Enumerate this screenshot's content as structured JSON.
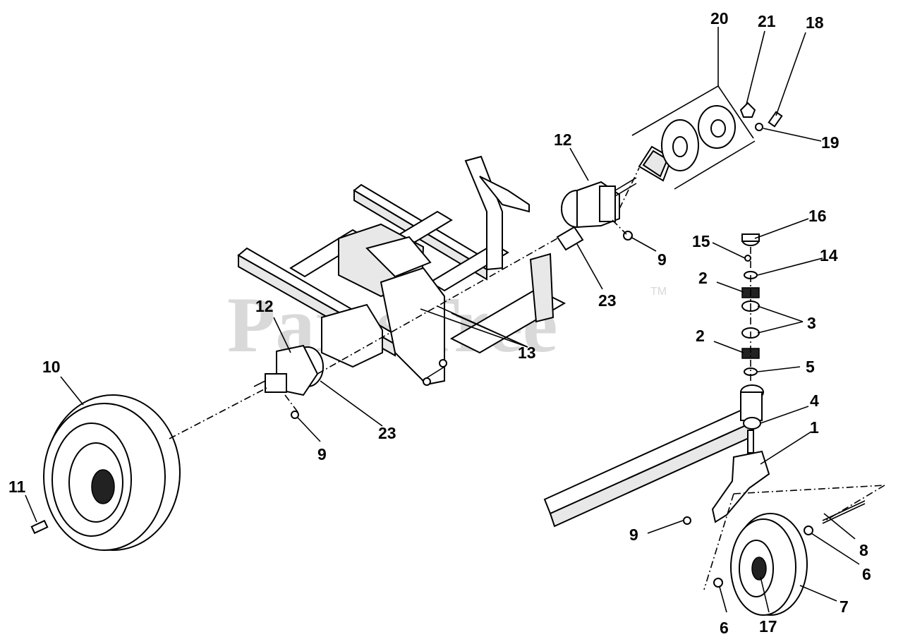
{
  "watermark": {
    "text": "PartsTree",
    "trademark": "TM"
  },
  "callouts": {
    "c1": "1",
    "c2a": "2",
    "c2b": "2",
    "c3": "3",
    "c4": "4",
    "c5": "5",
    "c6a": "6",
    "c6b": "6",
    "c7": "7",
    "c8": "8",
    "c9a": "9",
    "c9b": "9",
    "c9c": "9",
    "c10": "10",
    "c11": "11",
    "c12a": "12",
    "c12b": "12",
    "c13": "13",
    "c14": "14",
    "c15": "15",
    "c16": "16",
    "c17": "17",
    "c18": "18",
    "c19": "19",
    "c20": "20",
    "c21": "21",
    "c23a": "23",
    "c23b": "23"
  }
}
